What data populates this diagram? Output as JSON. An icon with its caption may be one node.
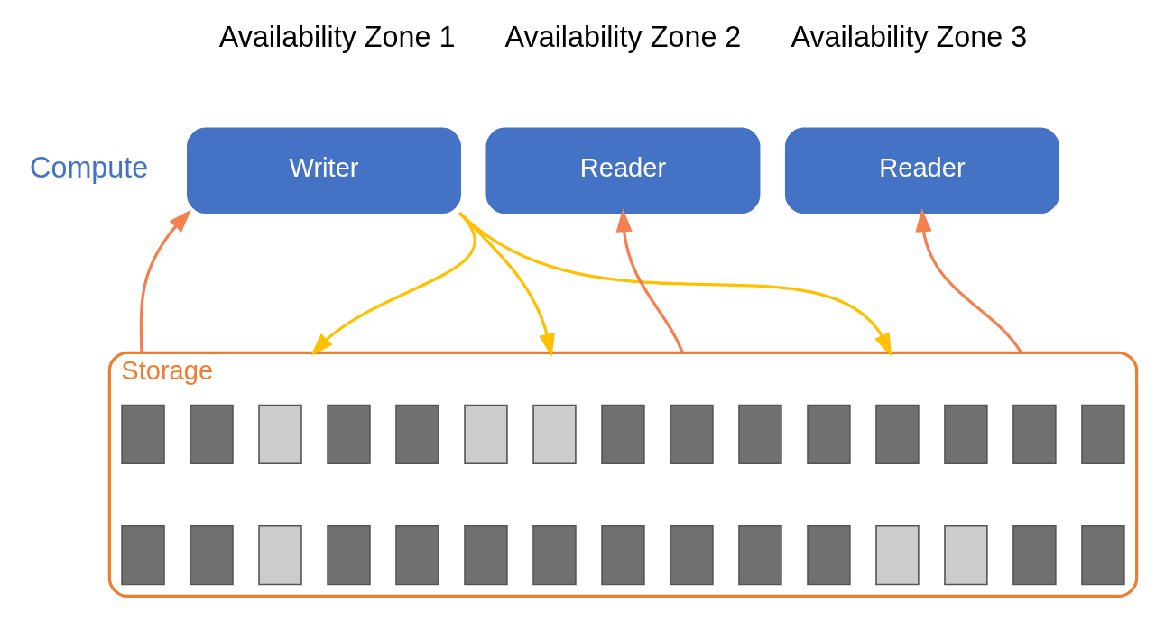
{
  "diagram": {
    "nodes": [
      {
        "text": [
          "Writer"
        ]
      },
      {
        "text": [
          "Reader"
        ]
      },
      {
        "text": [
          "Reader"
        ]
      },
      {
        "text": [
          "Storage"
        ]
      },
      {
        "text": [],
        "shape": "box",
        "in": 3
      },
      {
        "text": [],
        "shape": "box",
        "in": 3
      },
      {
        "text": [],
        "shape": "box",
        "in": 3
      },
      {
        "text": [],
        "shape": "box",
        "in": 3
      },
      {
        "text": [],
        "shape": "box",
        "in": 3
      },
      {
        "text": [],
        "shape": "box",
        "in": 3
      },
      {
        "text": [],
        "shape": "box",
        "in": 3
      },
      {
        "text": [],
        "shape": "box",
        "in": 3
      },
      {
        "text": [],
        "shape": "box",
        "in": 3
      },
      {
        "text": [],
        "shape": "box",
        "in": 3
      },
      {
        "text": [],
        "shape": "box",
        "in": 3
      },
      {
        "text": [],
        "shape": "box",
        "in": 3
      },
      {
        "text": [],
        "shape": "box",
        "in": 3
      },
      {
        "text": [],
        "shape": "box",
        "in": 3
      },
      {
        "text": [],
        "shape": "box",
        "in": 3
      },
      {
        "text": [],
        "shape": "box",
        "in": 3
      },
      {
        "text": [],
        "shape": "box",
        "in": 3
      },
      {
        "text": [],
        "shape": "box",
        "in": 3
      },
      {
        "text": [],
        "shape": "box",
        "in": 3
      },
      {
        "text": [],
        "shape": "box",
        "in": 3
      },
      {
        "text": [],
        "shape": "box",
        "in": 3
      },
      {
        "text": [],
        "shape": "box",
        "in": 3
      },
      {
        "text": [],
        "shape": "box",
        "in": 3
      },
      {
        "text": [],
        "shape": "box",
        "in": 3
      },
      {
        "text": [],
        "shape": "box",
        "in": 3
      },
      {
        "text": [],
        "shape": "box",
        "in": 3
      },
      {
        "text": [],
        "shape": "box",
        "in": 3
      },
      {
        "text": [],
        "shape": "box",
        "in": 3
      },
      {
        "text": [],
        "shape": "box",
        "in": 3
      },
      {
        "text": [],
        "shape": "box",
        "in": 3
      }
    ],
    "edges": [
      {
        "from": 0,
        "to": 3,
        "arrow": "to",
        "color": "#ffc000"
      },
      {
        "from": 0,
        "to": 3,
        "arrow": "to",
        "color": "#ffc000"
      },
      {
        "from": 0,
        "to": 3,
        "arrow": "to",
        "color": "#ffc000"
      },
      {
        "from": 3,
        "to": 0,
        "arrow": "to",
        "color": "#f4804f"
      },
      {
        "from": 3,
        "to": 1,
        "arrow": "to",
        "color": "#f4804f"
      },
      {
        "from": 3,
        "to": 2,
        "arrow": "to",
        "color": "#f4804f"
      }
    ],
    "labels": [
      "Availability Zone 1",
      "Availability Zone 2",
      "Availability Zone 3",
      "Compute"
    ]
  }
}
